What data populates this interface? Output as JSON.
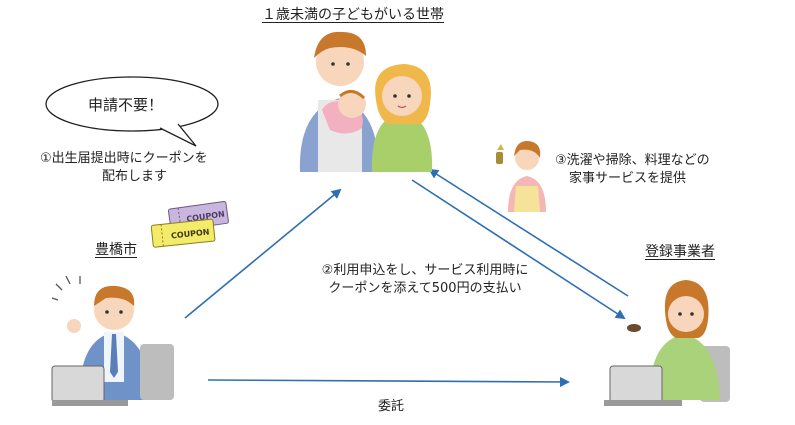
{
  "header": {
    "household_label": "１歳未満の子どもがいる世帯"
  },
  "actors": {
    "city_label": "豊橋市",
    "business_label": "登録事業者"
  },
  "speech_bubble": {
    "text": "申請不要！"
  },
  "steps": {
    "step1_line1": "①出生届提出時にクーポンを",
    "step1_line2": "配布します",
    "step2_line1": "②利用申込をし、サービス利用時に",
    "step2_line2": "クーポンを添えて500円の支払い",
    "step3_line1": "③洗濯や掃除、料理などの",
    "step3_line2": "家事サービスを提供",
    "commission": "委託"
  },
  "coupon": {
    "text_back": "COUPON",
    "text_front": "COUPON"
  },
  "colors": {
    "arrow": "#2e6fb3",
    "coupon_yellow": "#f4eb6a",
    "coupon_purple": "#c9b6df",
    "suit_blue": "#6f93c9",
    "business_green": "#a9d27a"
  }
}
